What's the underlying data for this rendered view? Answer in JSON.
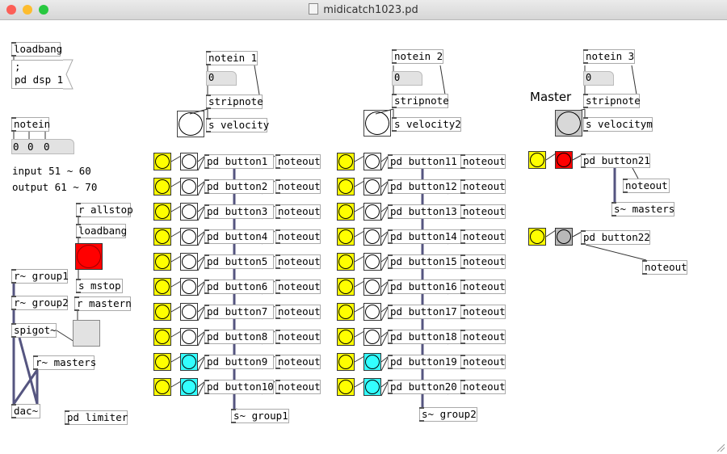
{
  "window": {
    "title": "midicatch1023.pd",
    "colors": {
      "close": "#fc5f57",
      "minimize": "#fdbc2e",
      "zoom": "#28c840"
    }
  },
  "colors": {
    "yellow": "#ffff00",
    "cyan": "#33ffff",
    "red": "#ff0000",
    "gray": "#b8b8b8",
    "light_gray": "#e0e0e0",
    "signal_wire": "#555580",
    "msg_wire": "#333333"
  },
  "left": {
    "loadbang": "loadbang",
    "msg_line1": ";",
    "msg_line2": "pd dsp 1",
    "notein": "notein",
    "atoms": [
      "0",
      "0",
      "0"
    ],
    "input_comment": "input 51 ~ 60",
    "output_comment": "output 61 ~ 70",
    "r_allstop": "r allstop",
    "loadbang2": "loadbang",
    "s_mstop": "s mstop",
    "r_group1": "r~ group1",
    "r_group2": "r~ group2",
    "r_mastern": "r mastern",
    "spigot": "spigot~",
    "r_masters": "r~ masters",
    "dac": "dac~",
    "pd_limiter": "pd limiter"
  },
  "group1": {
    "notein": "notein 1",
    "atom": "0",
    "stripnote": "stripnote",
    "send": "s velocity",
    "buttons": [
      "pd button1",
      "pd button2",
      "pd button3",
      "pd button4",
      "pd button5",
      "pd button6",
      "pd button7",
      "pd button8",
      "pd button9",
      "pd button10"
    ],
    "noteout": "noteout",
    "group_send": "s~ group1"
  },
  "group2": {
    "notein": "notein 2",
    "atom": "0",
    "stripnote": "stripnote",
    "send": "s velocity2",
    "buttons": [
      "pd button11",
      "pd button12",
      "pd button13",
      "pd button14",
      "pd button15",
      "pd button16",
      "pd button17",
      "pd button18",
      "pd button19",
      "pd button20"
    ],
    "noteout": "noteout",
    "group_send": "s~ group2"
  },
  "master": {
    "label": "Master",
    "notein": "notein 3",
    "atom": "0",
    "stripnote": "stripnote",
    "send": "s velocitym",
    "button21": "pd button21",
    "button22": "pd button22",
    "noteout": "noteout",
    "masters_send": "s~ masters"
  }
}
